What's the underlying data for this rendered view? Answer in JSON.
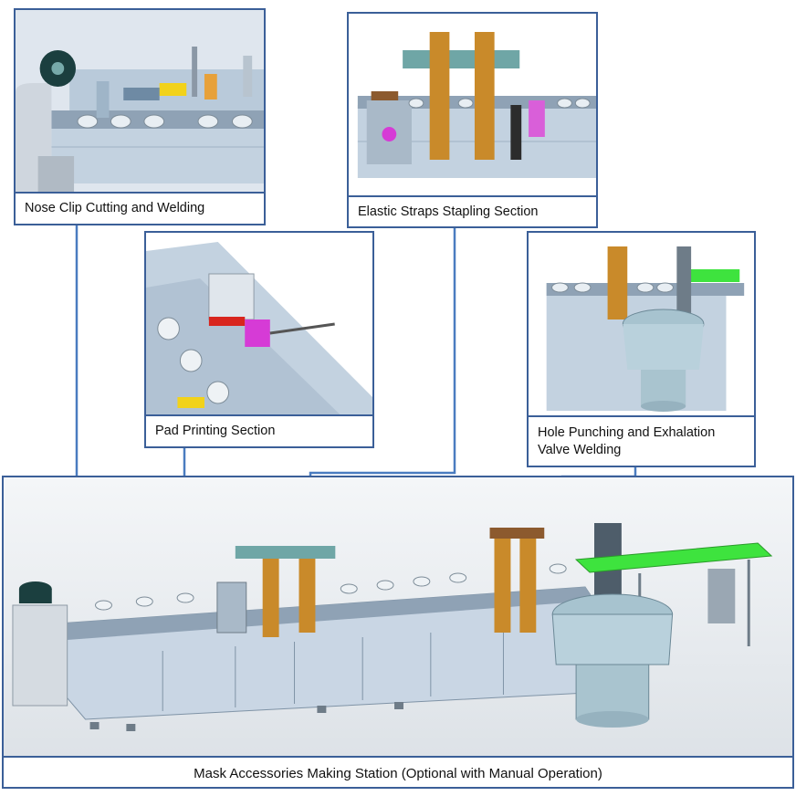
{
  "panels": {
    "nose_clip": {
      "caption": "Nose Clip Cutting and Welding"
    },
    "elastic_straps": {
      "caption": "Elastic Straps Stapling Section"
    },
    "pad_printing": {
      "caption": "Pad Printing Section"
    },
    "hole_punching": {
      "caption": "Hole Punching and Exhalation Valve Welding"
    },
    "main_station": {
      "caption": "Mask Accessories Making Station (Optional with Manual Operation)"
    }
  },
  "colors": {
    "frame": "#3b5f98",
    "connector": "#4a7cc0",
    "machine_body": "#c9d6e4",
    "machine_light": "#e4ecf4",
    "rail_orange": "#c98a2a",
    "teal": "#3f8f8f",
    "green_belt": "#3ee33e",
    "magenta": "#d63bd6",
    "red": "#d8251e",
    "yellow": "#f2d21a"
  }
}
